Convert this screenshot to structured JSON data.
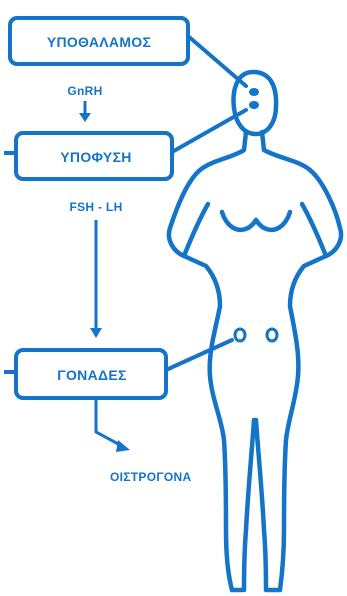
{
  "colors": {
    "stroke": "#1474C8",
    "background": "#FFFFFF"
  },
  "boxes": {
    "hypothalamus": "ΥΠΟΘΑΛΑΜΟΣ",
    "pituitary": "ΥΠΟΦΥΣΗ",
    "gonads": "ΓΟΝΑΔΕΣ"
  },
  "hormones": {
    "gnrh": "GnRH",
    "fsh_lh": "FSH - LH",
    "estrogens": "ΟΙΣΤΡΟΓΟΝΑ"
  }
}
